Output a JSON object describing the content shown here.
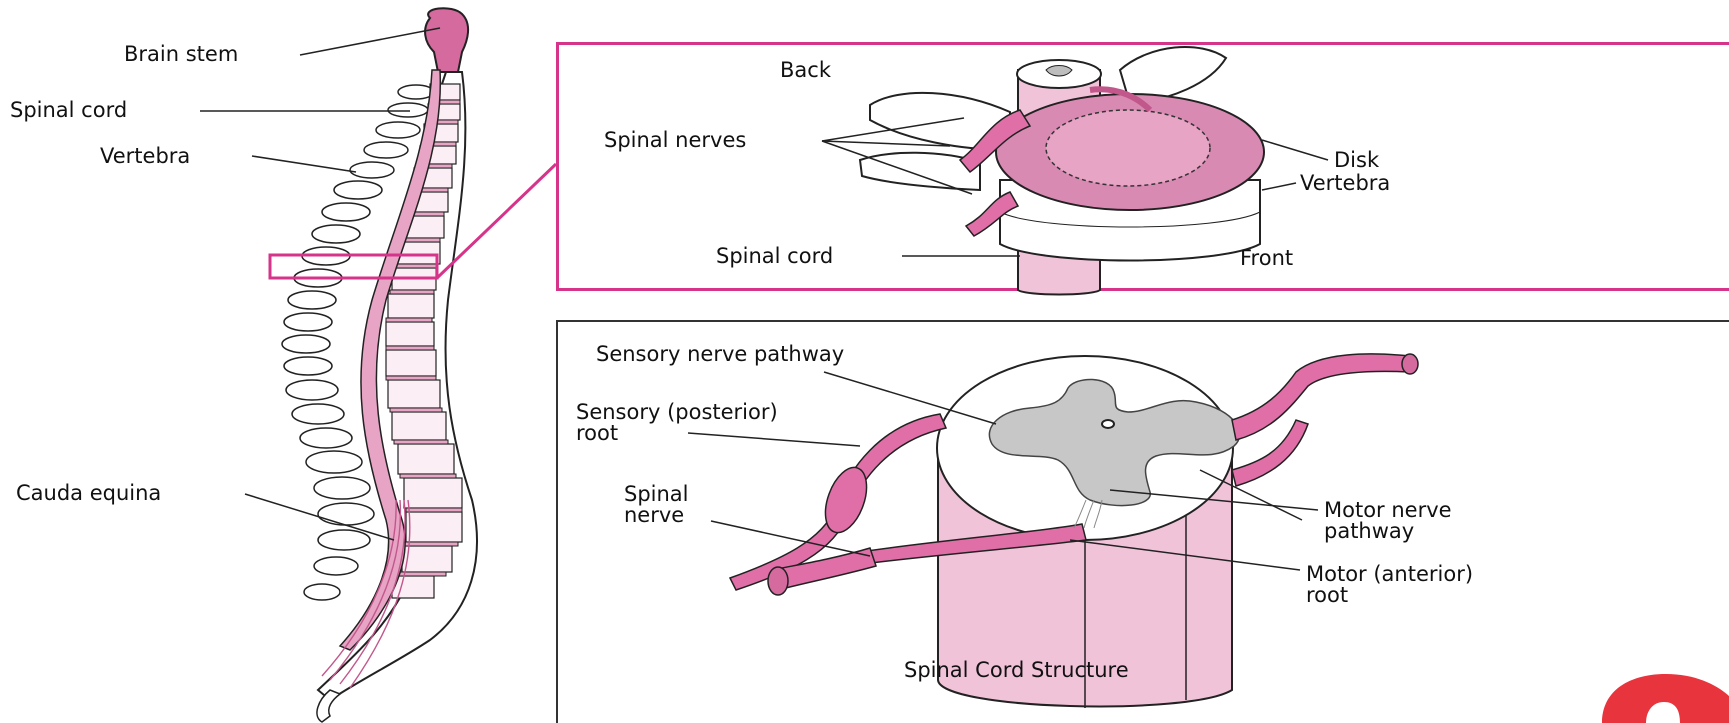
{
  "colors": {
    "tissue_pink": "#e7a4c4",
    "tissue_dark": "#d46a9d",
    "accent_magenta": "#d6338a",
    "grey_matter": "#c7c7c7",
    "outline": "#222222",
    "panel_border_bottom": "#333333",
    "logo_red": "#e8343c"
  },
  "left_panel": {
    "labels": {
      "brain_stem": "Brain stem",
      "spinal_cord": "Spinal cord",
      "vertebra": "Vertebra",
      "cauda_equina": "Cauda equina"
    }
  },
  "top_panel": {
    "labels": {
      "back": "Back",
      "spinal_nerves": "Spinal nerves",
      "disk": "Disk",
      "vertebra": "Vertebra",
      "spinal_cord": "Spinal cord",
      "front": "Front"
    }
  },
  "bottom_panel": {
    "labels": {
      "sensory_nerve_pathway": "Sensory nerve pathway",
      "sensory_posterior_root_1": "Sensory (posterior)",
      "sensory_posterior_root_2": "root",
      "spinal_nerve_1": "Spinal",
      "spinal_nerve_2": "nerve",
      "motor_nerve_pathway_1": "Motor nerve",
      "motor_nerve_pathway_2": "pathway",
      "motor_anterior_root_1": "Motor (anterior)",
      "motor_anterior_root_2": "root"
    },
    "caption": "Spinal Cord Structure"
  },
  "logo": {
    "icon": "partial-logo-shape"
  }
}
